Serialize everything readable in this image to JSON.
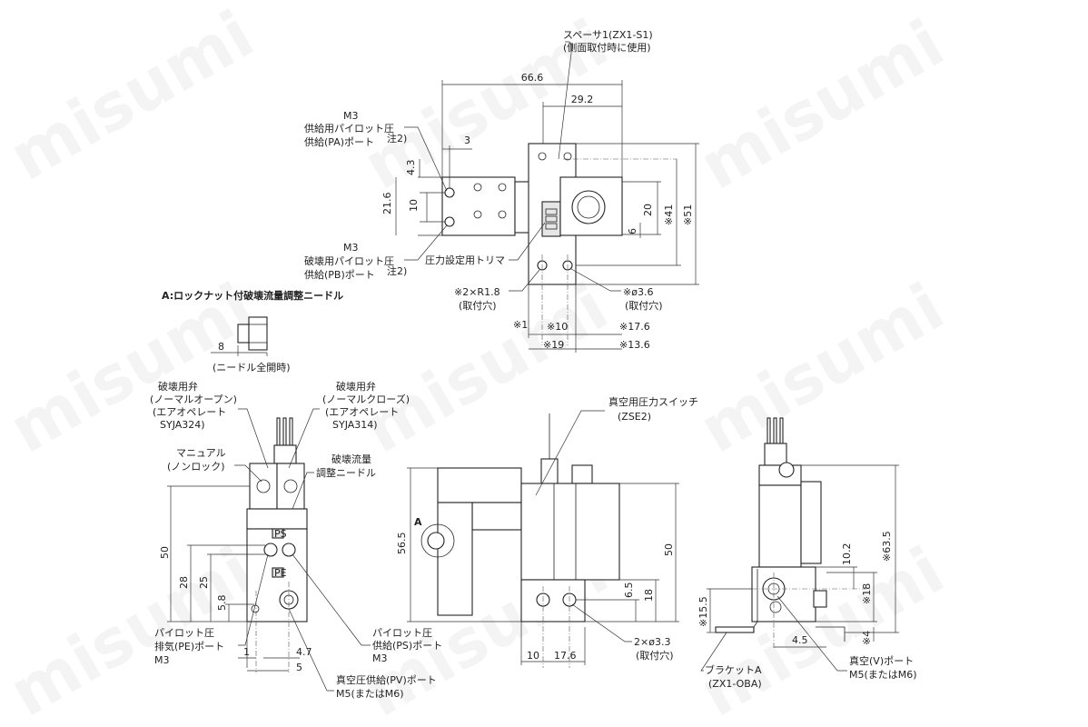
{
  "watermark": "misumi",
  "top_view": {
    "dim_66_6": "66.6",
    "dim_29_2": "29.2",
    "dim_3": "3",
    "dim_4_3": "4.3",
    "dim_21_6": "21.6",
    "dim_10": "10",
    "dim_20": "20",
    "dim_41": "※41",
    "dim_51": "※51",
    "dim_6": "6",
    "dim_1": "※1",
    "dim_10b": "※10",
    "dim_17_6": "※17.6",
    "dim_19": "※19",
    "dim_13_6": "※13.6",
    "spacer_label_1": "スペーサ1(ZX1-S1)",
    "spacer_label_2": "(側面取付時に使用)",
    "pa_port_1": "M3",
    "pa_port_2": "供給用パイロット圧",
    "pa_port_3": "供給(PA)ポート",
    "pa_port_note": "注2)",
    "pb_port_1": "M3",
    "pb_port_2": "破壊用パイロット圧",
    "pb_port_3": "供給(PB)ポート",
    "pb_port_note": "注2)",
    "trimmer": "圧力設定用トリマ",
    "r18_1": "※2×R1.8",
    "r18_2": "(取付穴)",
    "phi36_1": "※ø3.6",
    "phi36_2": "(取付穴)"
  },
  "detail_a": {
    "title": "A:ロックナット付破壊流量調整ニードル",
    "dim_8": "8",
    "caption": "(ニードル全開時)"
  },
  "front_view": {
    "valve_open_1": "破壊用弁",
    "valve_open_2": "(ノーマルオープン)",
    "valve_open_3": "(エアオペレート",
    "valve_open_4": "SYJA324)",
    "valve_closed_1": "破壊用弁",
    "valve_closed_2": "(ノーマルクローズ)",
    "valve_closed_3": "(エアオペレート",
    "valve_closed_4": "SYJA314)",
    "manual_1": "マニュアル",
    "manual_2": "(ノンロック)",
    "needle_1": "破壊流量",
    "needle_2": "調整ニードル",
    "dim_50": "50",
    "dim_28": "28",
    "dim_25": "25",
    "dim_5_8": "5.8",
    "dim_1": "1",
    "dim_4_7": "4.7",
    "dim_5": "5",
    "pe_1": "パイロット圧",
    "pe_2": "排気(PE)ポート",
    "pe_3": "M3",
    "ps_1": "パイロット圧",
    "ps_2": "供給(PS)ポート",
    "ps_3": "M3",
    "pv_1": "真空圧供給(PV)ポート",
    "pv_2": "M5(またはM6)",
    "mark_ps": "PS",
    "mark_pe": "PE"
  },
  "side_view": {
    "switch_1": "真空用圧力スイッチ",
    "switch_2": "(ZSE2)",
    "label_a": "A",
    "dim_56_5": "56.5",
    "dim_50": "50",
    "dim_6_5": "6.5",
    "dim_18": "18",
    "dim_10": "10",
    "dim_17_6": "17.6",
    "hole_1": "2×ø3.3",
    "hole_2": "(取付穴)"
  },
  "right_view": {
    "dim_63_5": "※63.5",
    "dim_10_2": "10.2",
    "dim_18": "※18",
    "dim_15_5": "※15.5",
    "dim_4": "※4",
    "dim_4_5": "4.5",
    "bracket_1": "ブラケットA",
    "bracket_2": "(ZX1-OBA)",
    "v_port_1": "真空(V)ポート",
    "v_port_2": "M5(またはM6)"
  }
}
